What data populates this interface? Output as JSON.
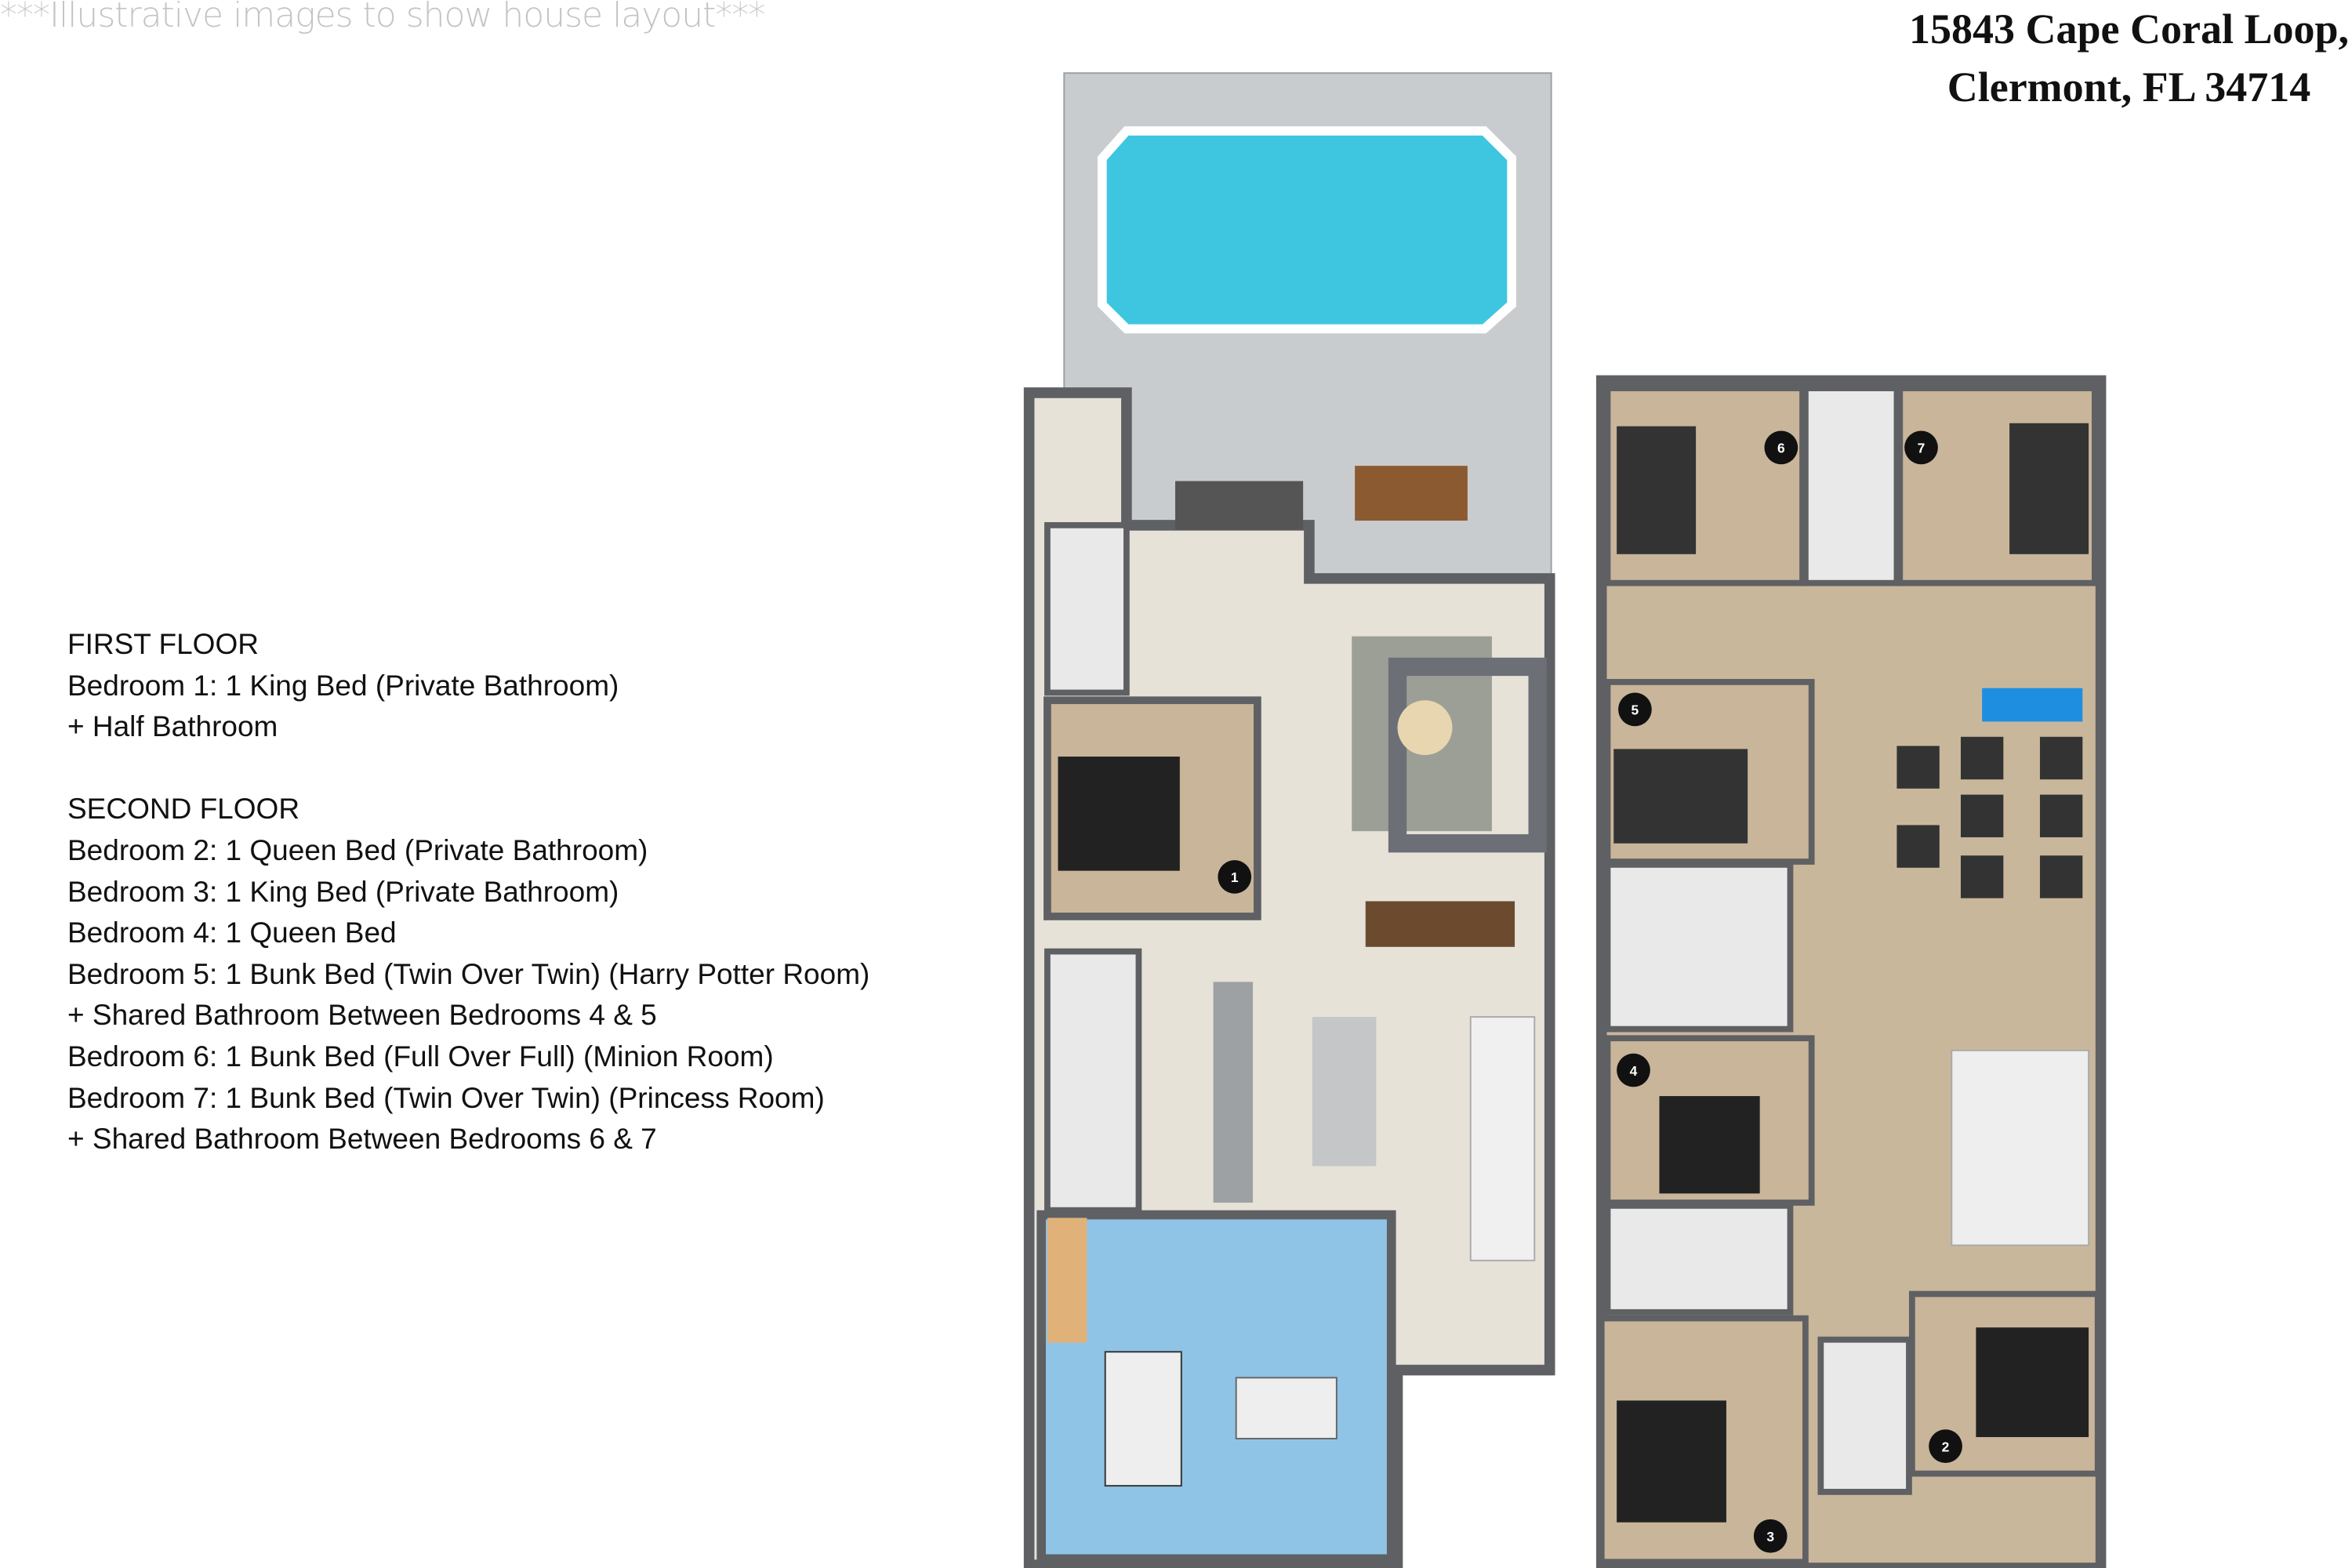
{
  "watermark": "***Illustrative images to show house layout***",
  "address": {
    "line1": "15843 Cape Coral Loop,",
    "line2": "Clermont, FL 34714"
  },
  "first_floor": {
    "heading": "FIRST FLOOR",
    "items": [
      "Bedroom 1: 1 King Bed (Private Bathroom)",
      "+ Half Bathroom"
    ]
  },
  "second_floor": {
    "heading": "SECOND FLOOR",
    "items": [
      "Bedroom 2: 1 Queen Bed (Private Bathroom)",
      "Bedroom 3: 1 King Bed (Private Bathroom)",
      "Bedroom 4: 1 Queen Bed",
      "Bedroom 5: 1 Bunk Bed (Twin Over Twin) (Harry Potter Room)",
      "+ Shared Bathroom Between Bedrooms 4 & 5",
      "Bedroom 6: 1 Bunk Bed (Full Over Full) (Minion Room)",
      "Bedroom 7: 1 Bunk Bed (Twin Over Twin) (Princess Room)",
      "+ Shared Bathroom Between Bedrooms 6 & 7"
    ]
  },
  "badges": [
    "1",
    "2",
    "3",
    "4",
    "5",
    "6",
    "7"
  ],
  "colors": {
    "wall": "#5f6063",
    "carpet": "#c8b59a",
    "wood": "#c9b79c",
    "tile": "#e6e2d8",
    "pool": "#3ec6e0",
    "deck": "#c9cccf",
    "game_room": "#8fc4e6",
    "badge": "#111111"
  }
}
